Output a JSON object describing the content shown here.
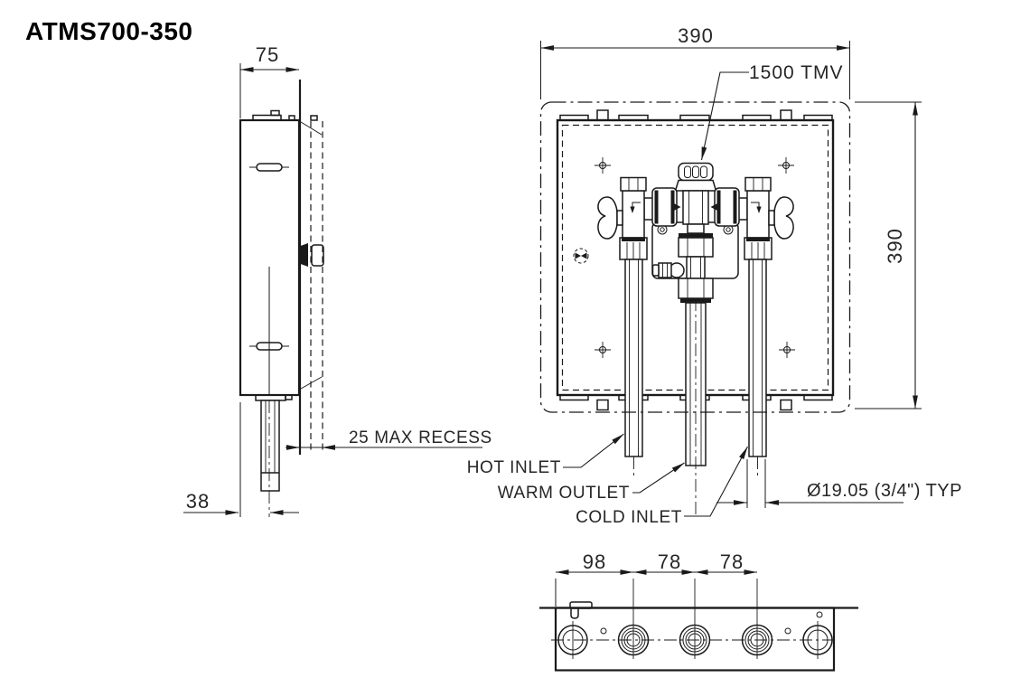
{
  "title": "ATMS700-350",
  "side_view": {
    "dim_depth": "75",
    "dim_pipe_offset": "38",
    "recess_note": "25 MAX RECESS"
  },
  "front_view": {
    "dim_width": "390",
    "dim_height": "390",
    "tmv_label": "1500 TMV",
    "hot_inlet_label": "HOT INLET",
    "warm_outlet_label": "WARM OUTLET",
    "cold_inlet_label": "COLD INLET",
    "pipe_diameter_note": "Ø19.05 (3/4\") TYP"
  },
  "bottom_view": {
    "dim_edge_to_hot": "98",
    "dim_hot_to_warm": "78",
    "dim_warm_to_cold": "78"
  },
  "colors": {
    "line": "#1a1a1a",
    "background": "#ffffff"
  }
}
